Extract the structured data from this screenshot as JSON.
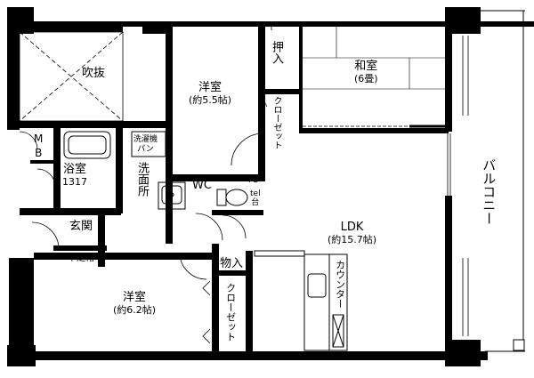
{
  "rooms": {
    "fukinuke": "吹抜",
    "yoshitsu_1": {
      "name": "洋室",
      "size": "(約5.5帖)"
    },
    "oshiire": "押入",
    "washitsu": {
      "name": "和室",
      "size": "(6畳)"
    },
    "closet_1": "クローゼット",
    "balcony": "バルコニー",
    "mb": "M\nB",
    "yokushitsu": {
      "name": "浴室",
      "size": "1317"
    },
    "sentakuki": "洗濯機\nパン",
    "senmenjo": "洗面所",
    "wc": "WC",
    "ps": "PS",
    "tel": "tel\n台",
    "genkan": "玄関",
    "geta": "下足箱",
    "ldk": {
      "name": "LDK",
      "size": "(約15.7帖)"
    },
    "monoire": "物入",
    "counter": "カウンター",
    "yoshitsu_2": {
      "name": "洋室",
      "size": "(約6.2帖)"
    },
    "closet_2": "クローゼット"
  }
}
